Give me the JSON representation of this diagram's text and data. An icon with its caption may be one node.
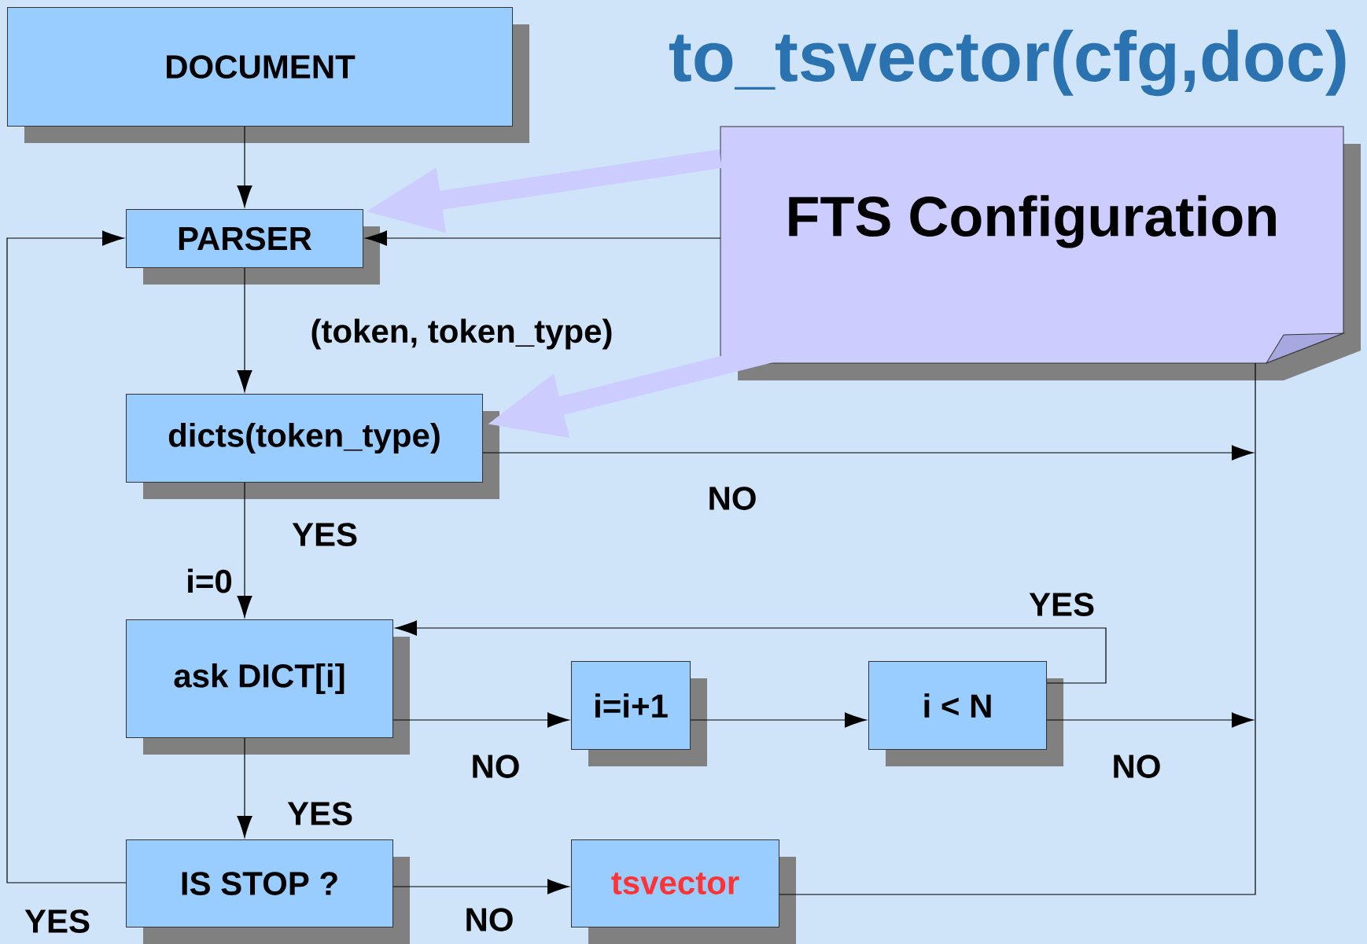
{
  "diagram": {
    "title": "to_tsvector(cfg,doc)",
    "nodes": [
      {
        "text": [
          "DOCUMENT"
        ]
      },
      {
        "text": [
          "FTS Configuration"
        ]
      },
      {
        "text": [
          "PARSER"
        ]
      },
      {
        "text": [
          "dicts(token_type)"
        ]
      },
      {
        "text": [
          "ask DICT[i]"
        ]
      },
      {
        "text": [
          "i=i+1"
        ]
      },
      {
        "text": [
          "i < N"
        ]
      },
      {
        "text": [
          "IS STOP ?"
        ]
      },
      {
        "text": [
          "tsvector"
        ]
      }
    ],
    "edges": [
      {
        "from": 0,
        "to": 2,
        "arrow": "to"
      },
      {
        "from": 1,
        "to": 2,
        "arrow": "to"
      },
      {
        "from": 1,
        "to": 2,
        "arrow": "to",
        "style": "thick",
        "color": "#ccccff"
      },
      {
        "from": 2,
        "to": 3,
        "arrow": "to",
        "label": "(token, token_type)"
      },
      {
        "from": 1,
        "to": 3,
        "arrow": "to",
        "style": "thick",
        "color": "#ccccff"
      },
      {
        "from": 3,
        "to": 4,
        "arrow": "to",
        "label": "YES"
      },
      {
        "from": 3,
        "to": null,
        "arrow": "to",
        "label": "NO"
      },
      {
        "from": 4,
        "to": 5,
        "arrow": "to",
        "label": "NO"
      },
      {
        "from": 5,
        "to": 6,
        "arrow": "to"
      },
      {
        "from": 6,
        "to": 4,
        "arrow": "to",
        "label": "YES"
      },
      {
        "from": 6,
        "to": null,
        "arrow": "to",
        "label": "NO"
      },
      {
        "from": 4,
        "to": 7,
        "arrow": "to",
        "label": "YES"
      },
      {
        "from": 7,
        "to": 8,
        "arrow": "to",
        "label": "NO"
      },
      {
        "from": 7,
        "to": 2,
        "arrow": "to",
        "label": "YES"
      },
      {
        "from": 1,
        "to": 8,
        "arrow": "none"
      }
    ],
    "labels": [
      "i=0"
    ]
  }
}
